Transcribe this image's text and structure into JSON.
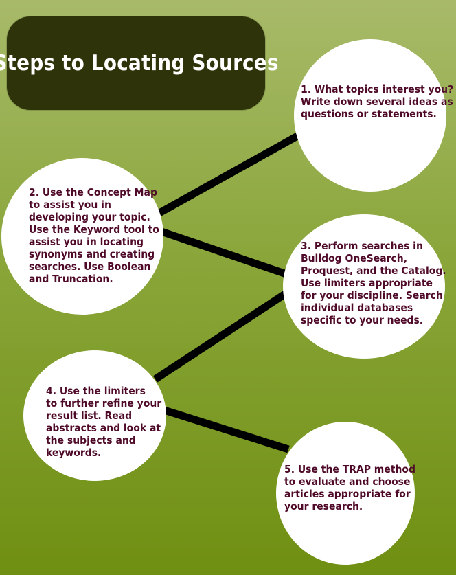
{
  "title": "Steps to Locating Sources",
  "colors": {
    "background_top": "#a8ba6a",
    "background_bottom": "#6f8f12",
    "title_box": "#2e330a",
    "title_text": "#ffffff",
    "circle_fill": "#ffffff",
    "step_text": "#4e0a28",
    "connector": "#000000"
  },
  "steps": [
    {
      "text": "1.  What topics interest you?\nWrite down several ideas as\nquestions or statements."
    },
    {
      "text": "2.  Use the Concept Map\nto assist you in\ndeveloping your topic.\nUse the Keyword tool to\nassist you in locating\nsynonyms and creating\nsearches.  Use Boolean\nand Truncation."
    },
    {
      "text": "3.  Perform  searches in\nBulldog OneSearch,\nProquest, and the Catalog.\nUse  limiters appropriate\nfor your discipline.  Search\nindividual databases\nspecific to your needs."
    },
    {
      "text": "4.  Use the limiters\nto further refine your\nresult list.  Read\nabstracts and look at\nthe subjects and\nkeywords."
    },
    {
      "text": "5.  Use the TRAP method\nto evaluate and choose\narticles appropriate for\nyour research."
    }
  ]
}
